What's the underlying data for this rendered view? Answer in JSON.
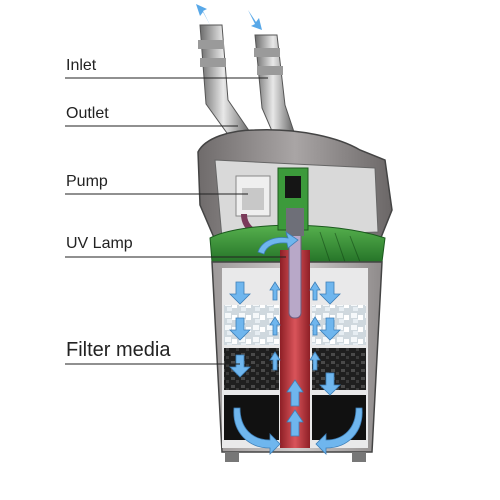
{
  "labels": {
    "inlet": "Inlet",
    "outlet": "Outlet",
    "pump": "Pump",
    "uv_lamp": "UV Lamp",
    "filter_media": "Filter media"
  },
  "colors": {
    "housing": "#8a8686",
    "chamber": "#e9e9ea",
    "green_plate": "#2e8a2e",
    "central_tube": "#c63a3f",
    "arrow_blue": "#6fb6ee",
    "media_white": "#e8eef2",
    "media_dark": "#2a2a2a",
    "sponge_black": "#111111"
  },
  "icons": {
    "flow_arrow": "arrow-icon",
    "pipe_up_arrow": "arrow-up-icon",
    "pipe_down_arrow": "arrow-down-icon"
  }
}
